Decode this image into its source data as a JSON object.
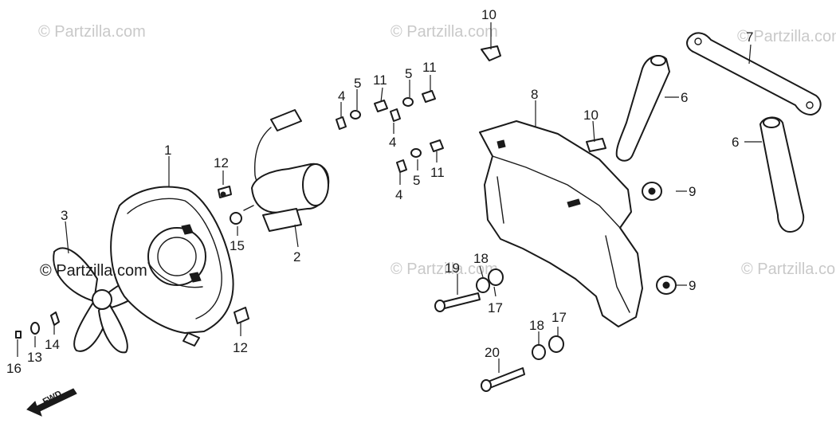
{
  "watermark": "© Partzilla.com",
  "watermark_feature": "© Partzilla.com",
  "direction_label": "FWD",
  "callouts": {
    "c1": "1",
    "c2": "2",
    "c3": "3",
    "c4a": "4",
    "c4b": "4",
    "c4c": "4",
    "c5a": "5",
    "c5b": "5",
    "c5c": "5",
    "c6a": "6",
    "c6b": "6",
    "c7": "7",
    "c8": "8",
    "c9a": "9",
    "c9b": "9",
    "c10a": "10",
    "c10b": "10",
    "c11a": "11",
    "c11b": "11",
    "c11c": "11",
    "c12a": "12",
    "c12b": "12",
    "c13": "13",
    "c14": "14",
    "c15": "15",
    "c16": "16",
    "c17a": "17",
    "c17b": "17",
    "c18a": "18",
    "c18b": "18",
    "c19": "19",
    "c20": "20"
  }
}
